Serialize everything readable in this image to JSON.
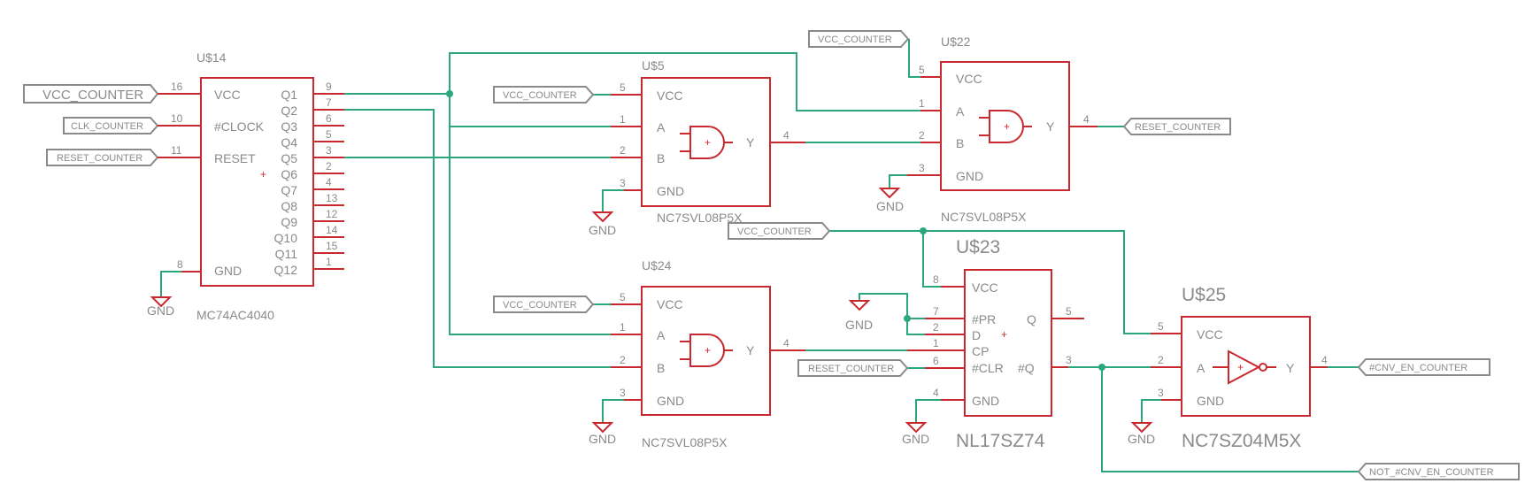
{
  "parts": {
    "u14": {
      "name": "U$14",
      "value": "MC74AC4040",
      "pins": {
        "vcc": "VCC",
        "clock": "#CLOCK",
        "reset": "RESET",
        "gnd": "GND",
        "q": [
          "Q1",
          "Q2",
          "Q3",
          "Q4",
          "Q5",
          "Q6",
          "Q7",
          "Q8",
          "Q9",
          "Q10",
          "Q11",
          "Q12"
        ],
        "n_vcc": "16",
        "n_clock": "10",
        "n_reset": "11",
        "n_gnd": "8",
        "n_q": [
          "9",
          "7",
          "6",
          "5",
          "3",
          "2",
          "4",
          "13",
          "12",
          "14",
          "15",
          "1"
        ]
      }
    },
    "u5": {
      "name": "U$5",
      "value": "NC7SVL08P5X",
      "pins": {
        "vcc": "VCC",
        "a": "A",
        "b": "B",
        "y": "Y",
        "gnd": "GND",
        "n_vcc": "5",
        "n_a": "1",
        "n_b": "2",
        "n_y": "4",
        "n_gnd": "3"
      }
    },
    "u22": {
      "name": "U$22",
      "value": "NC7SVL08P5X",
      "pins": {
        "vcc": "VCC",
        "a": "A",
        "b": "B",
        "y": "Y",
        "gnd": "GND",
        "n_vcc": "5",
        "n_a": "1",
        "n_b": "2",
        "n_y": "4",
        "n_gnd": "3"
      }
    },
    "u24": {
      "name": "U$24",
      "value": "NC7SVL08P5X",
      "pins": {
        "vcc": "VCC",
        "a": "A",
        "b": "B",
        "y": "Y",
        "gnd": "GND",
        "n_vcc": "5",
        "n_a": "1",
        "n_b": "2",
        "n_y": "4",
        "n_gnd": "3"
      }
    },
    "u23": {
      "name": "U$23",
      "value": "NL17SZ74",
      "pins": {
        "vcc": "VCC",
        "pr": "#PR",
        "d": "D",
        "cp": "CP",
        "clr": "#CLR",
        "q": "Q",
        "nq": "#Q",
        "gnd": "GND",
        "n_vcc": "8",
        "n_pr": "7",
        "n_d": "2",
        "n_cp": "1",
        "n_clr": "6",
        "n_q": "5",
        "n_nq": "3",
        "n_gnd": "4"
      }
    },
    "u25": {
      "name": "U$25",
      "value": "NC7SZ04M5X",
      "pins": {
        "vcc": "VCC",
        "a": "A",
        "y": "Y",
        "gnd": "GND",
        "n_vcc": "5",
        "n_a": "2",
        "n_y": "4",
        "n_gnd": "3"
      }
    }
  },
  "nets": {
    "vcc_counter": "VCC_COUNTER",
    "clk_counter": "CLK_COUNTER",
    "reset_counter": "RESET_COUNTER",
    "cnv_en_counter": "#CNV_EN_COUNTER",
    "not_cnv_en_counter": "NOT_#CNV_EN_COUNTER"
  },
  "gnd_label": "GND",
  "plus": "+",
  "colors": {
    "part": "#c8282e",
    "wire": "#2aa87c",
    "label": "#8a8a8a"
  }
}
